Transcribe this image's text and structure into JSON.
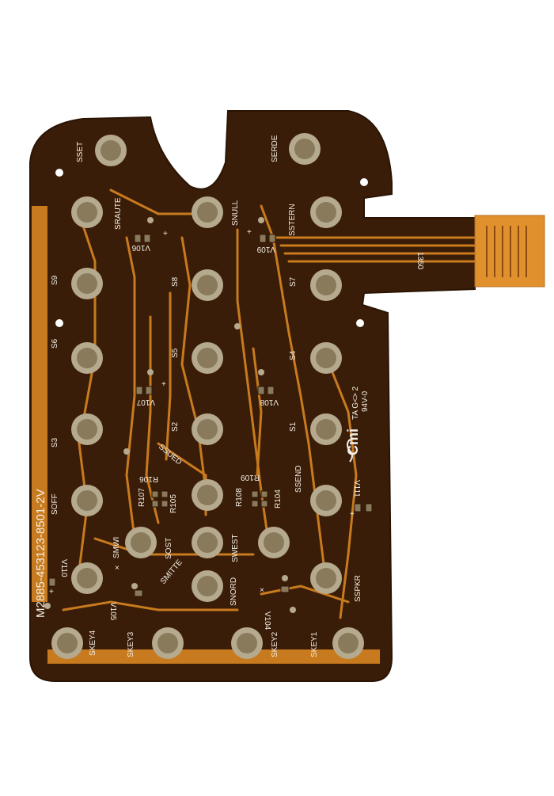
{
  "colors": {
    "background": "#ffffff",
    "board": "#3a1d08",
    "board_edge": "#2a1404",
    "copper": "#c87a1e",
    "copper_light": "#e29a34",
    "pad_outer": "#b5a98e",
    "pad_inner": "#8a7a5c",
    "silkscreen": "#f3efe6",
    "flex": "#e0902c"
  },
  "board_labels": {
    "sset": "SSET",
    "serde": "SERDE",
    "sraute": "SRAUTE",
    "snull": "SNULL",
    "sstern": "SSTERN",
    "s9": "S9",
    "s8": "S8",
    "s7": "S7",
    "s6": "S6",
    "s5": "S5",
    "s4": "S4",
    "s3": "S3",
    "s2": "S2",
    "s1": "S1",
    "ssued": "SSUED",
    "ssend": "SSEND",
    "soff": "SOFF",
    "smwi": "SMWI",
    "sost": "SOST",
    "swest": "SWEST",
    "smitte": "SMITTE",
    "snord": "SNORD",
    "sspkr": "SSPKR",
    "skey1": "SKEY1",
    "skey2": "SKEY2",
    "skey3": "SKEY3",
    "skey4": "SKEY4",
    "v106": "V106",
    "v109": "V109",
    "v107": "V107",
    "v108": "V108",
    "v110": "V110",
    "v105": "V105",
    "v104": "V104",
    "v111": "V111",
    "r106": "R106",
    "r107": "R107",
    "r105": "R105",
    "r109": "R109",
    "r108": "R108",
    "r104": "R104",
    "flex_code": "1350",
    "maker": "Cmi",
    "maker_suffix": "TA G<> 2",
    "rating": "94V-0",
    "part_number": "M2885-453123-8501-2V",
    "plus": "+",
    "cross": "×"
  }
}
